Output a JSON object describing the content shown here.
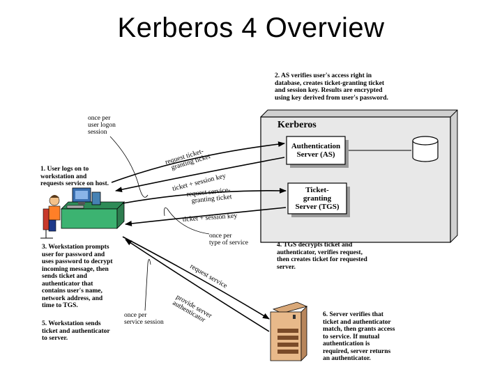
{
  "title": "Kerberos 4 Overview",
  "kerberos_label": "Kerberos",
  "as_label": "Authentication\nServer (AS)",
  "tgs_label": "Ticket-\ngranting\nServer (TGS)",
  "notes": {
    "n1": "1. User logs on to\nworkstation and\nrequests service on host.",
    "n2": "2. AS verifies user's access right in\ndatabase, creates ticket-granting ticket\nand session key. Results are encrypted\nusing key derived from user's password.",
    "n3": "3. Workstation prompts\nuser for password and\nuses password to decrypt\nincoming message, then\nsends ticket and\nauthenticator that\ncontains user's name,\nnetwork address, and\ntime to TGS.",
    "n4": "4. TGS decrypts ticket and\nauthenticator, verifies request,\nthen creates ticket for requested\nserver.",
    "n5": "5. Workstation sends\nticket and authenticator\nto server.",
    "n6": "6. Server verifies that\nticket and authenticator\nmatch, then grants access\nto service. If mutual\nauthentication is\nrequired, server returns\nan authenticator."
  },
  "frequency_labels": {
    "logon": "once per\nuser logon\nsession",
    "service_type": "once per\ntype of service",
    "service_session": "once per\nservice session"
  },
  "arrow_labels": {
    "a1": "request ticket-\ngranting ticket",
    "a2": "ticket + session key",
    "a3": "request service-\ngranting ticket",
    "a4": "ticket + session key",
    "a5": "request service",
    "a6": "provide server\nauthenticator"
  }
}
